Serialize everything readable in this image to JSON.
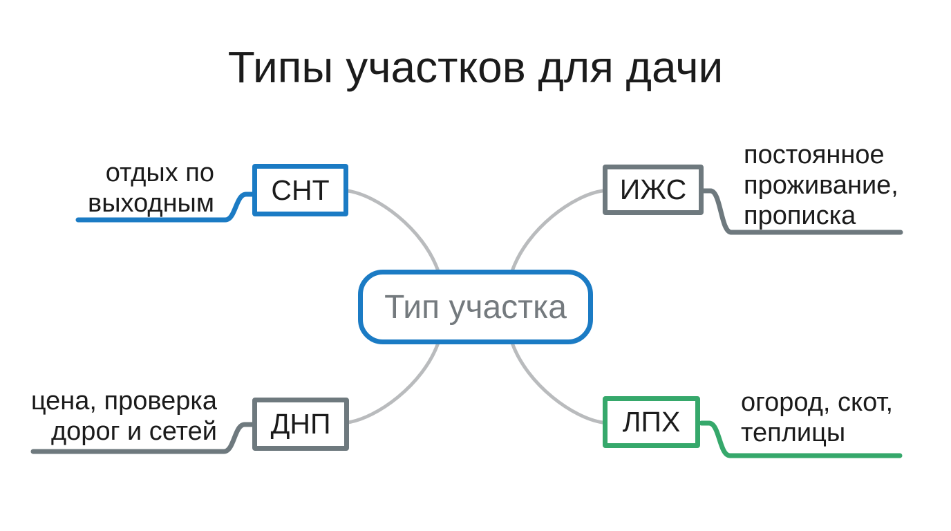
{
  "title": "Типы участков для дачи",
  "colors": {
    "blue": "#1b7bc4",
    "green": "#36a86b",
    "gray": "#6e797e",
    "connector": "#b9bbbd",
    "text_dark": "#1b1b1b",
    "center_text": "#747a7e",
    "background": "#ffffff"
  },
  "center_node": {
    "label": "Тип участка"
  },
  "nodes": {
    "snt": {
      "label": "СНТ",
      "note": "отдых по\nвыходным",
      "accent": "#1b7bc4"
    },
    "izhs": {
      "label": "ИЖС",
      "note": "постоянное\nпроживание,\nпрописка",
      "accent": "#6e797e"
    },
    "dnp": {
      "label": "ДНП",
      "note": "цена, проверка\nдорог и сетей",
      "accent": "#6e797e"
    },
    "lph": {
      "label": "ЛПХ",
      "note": "огород, скот,\nтеплицы",
      "accent": "#36a86b"
    }
  }
}
